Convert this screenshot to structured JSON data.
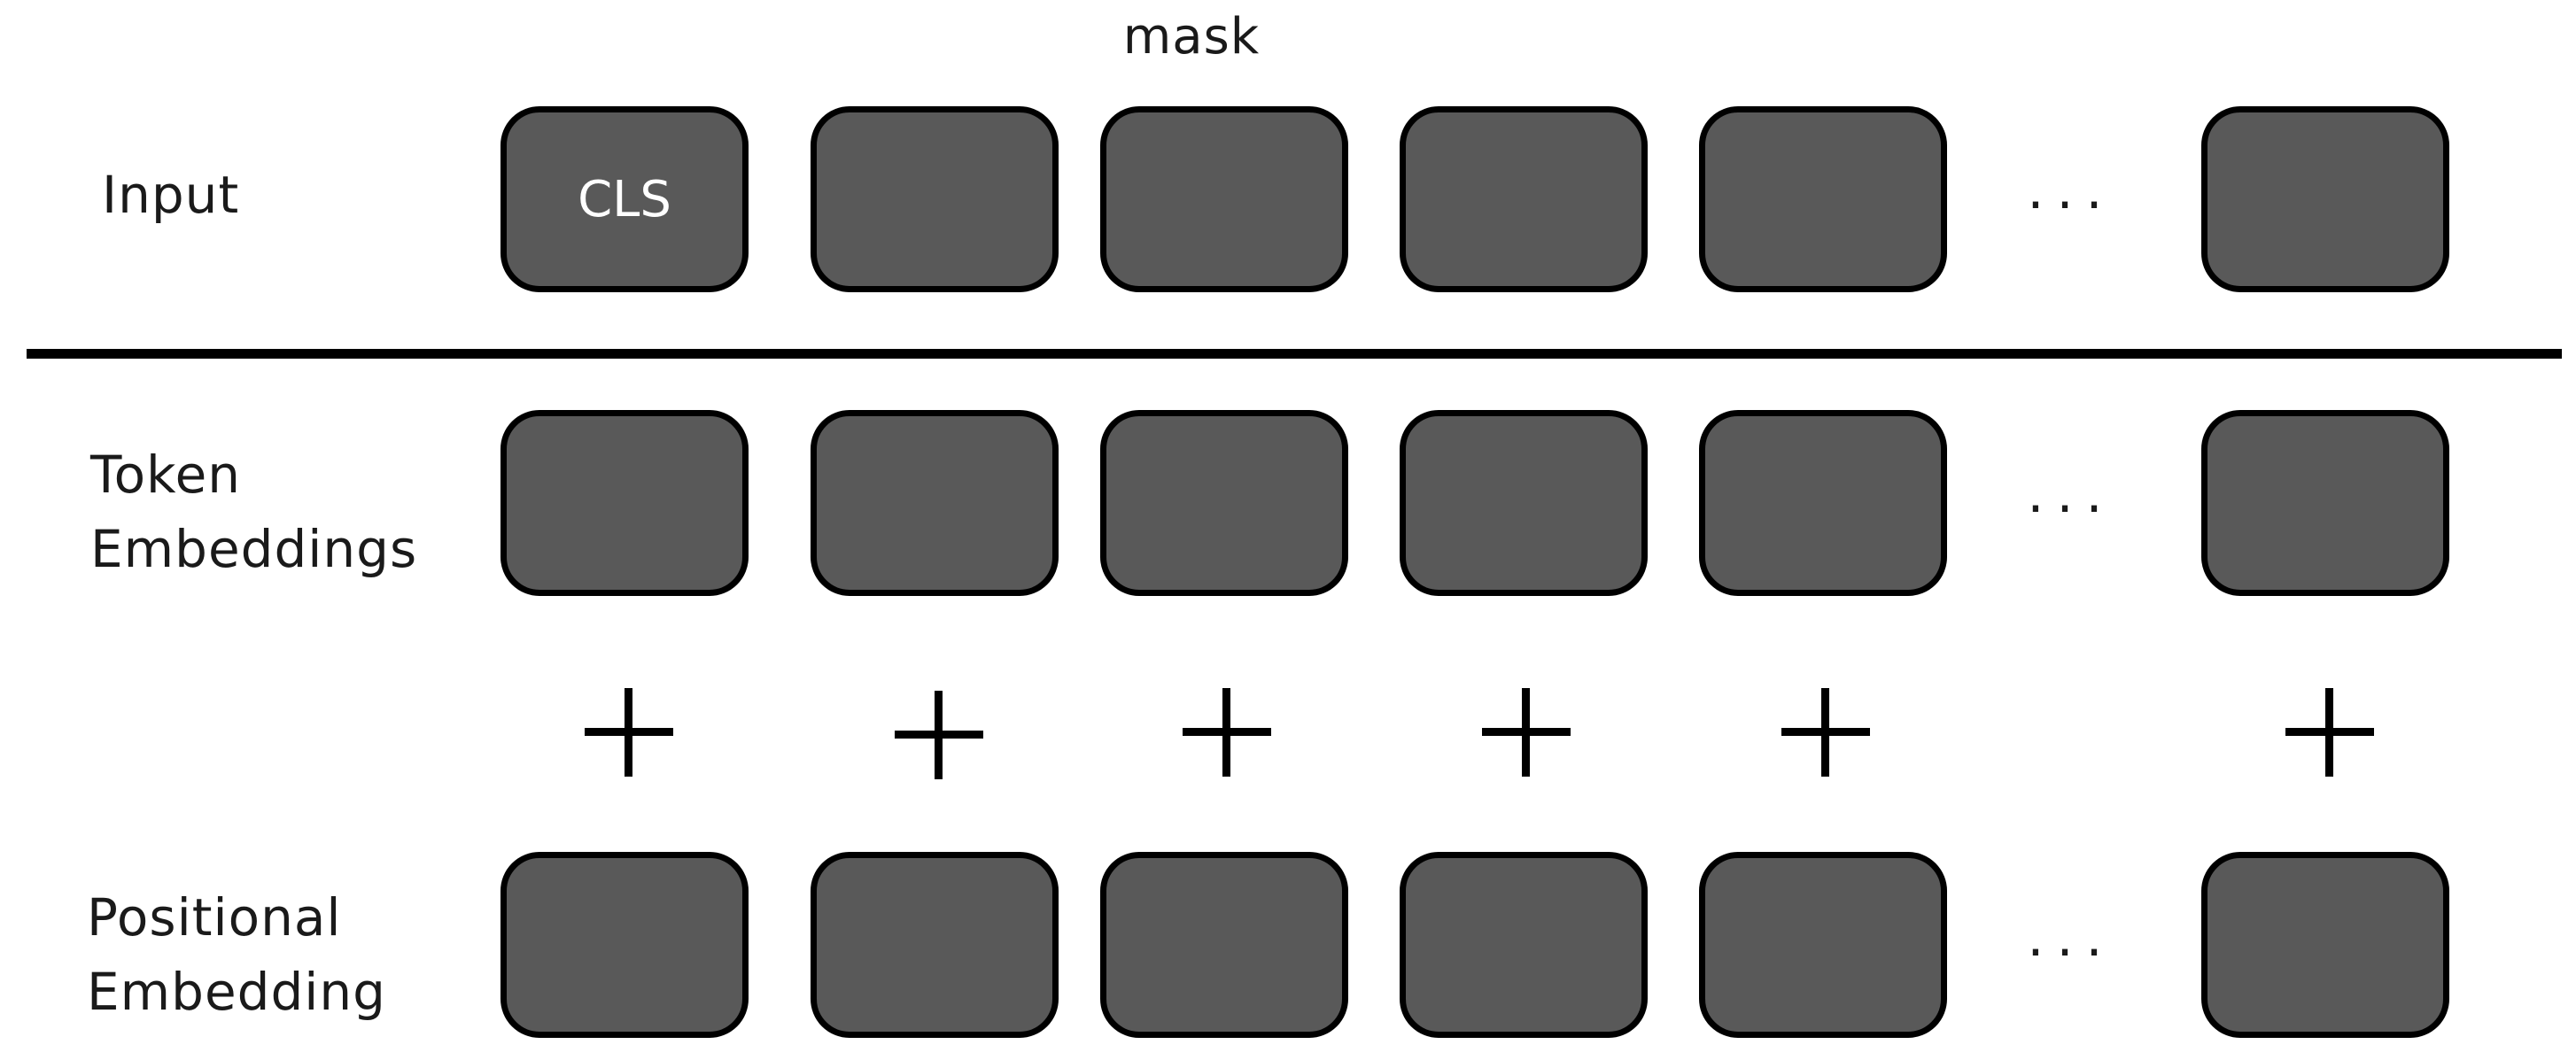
{
  "mask_label": "mask",
  "rows": [
    {
      "name": "input",
      "label": "Input",
      "boxes": [
        "CLS",
        "",
        "",
        "",
        "",
        ""
      ],
      "ellipsis": "..."
    },
    {
      "name": "token-embeddings",
      "label": "Token\nEmbeddings",
      "boxes": [
        "",
        "",
        "",
        "",
        "",
        ""
      ],
      "ellipsis": "..."
    },
    {
      "name": "positional-embedding",
      "label": "Positional\nEmbedding",
      "boxes": [
        "",
        "",
        "",
        "",
        "",
        ""
      ],
      "ellipsis": "..."
    }
  ],
  "colors": {
    "box_fill": "#595959",
    "box_border": "#000000",
    "box_text": "#ffffff"
  }
}
